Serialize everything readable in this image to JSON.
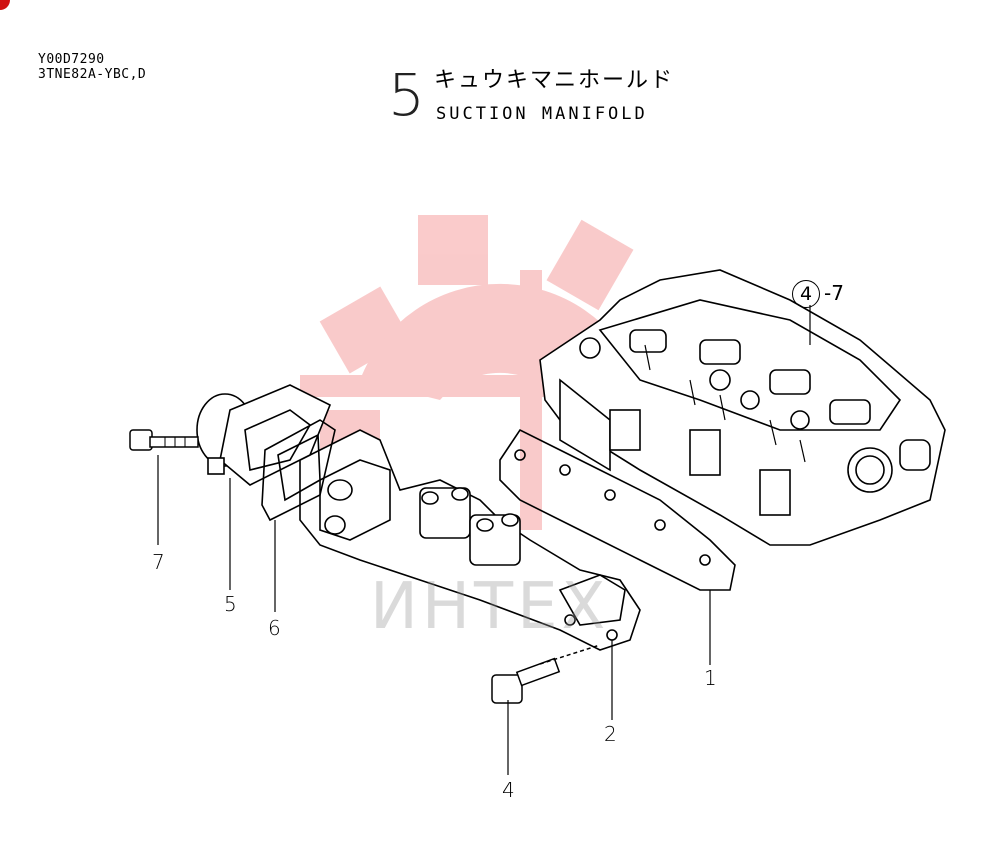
{
  "header": {
    "doc_code": "Y00D7290",
    "model": "3TNE82A-YBC,D",
    "section_number": "5",
    "title_jp": "キュウキマニホールド",
    "title_en": "SUCTION MANIFOLD"
  },
  "reference": {
    "circled": "4",
    "suffix": "-7"
  },
  "callouts": [
    {
      "id": "1",
      "label": "1"
    },
    {
      "id": "2",
      "label": "2"
    },
    {
      "id": "4",
      "label": "4"
    },
    {
      "id": "5",
      "label": "5"
    },
    {
      "id": "6",
      "label": "6"
    },
    {
      "id": "7",
      "label": "7"
    }
  ],
  "watermark": {
    "text": "ИНТЕХ",
    "color": "#e84848"
  },
  "colors": {
    "ink": "#000000",
    "watermark_red": "#f08080",
    "corner_mark": "#d01010"
  }
}
